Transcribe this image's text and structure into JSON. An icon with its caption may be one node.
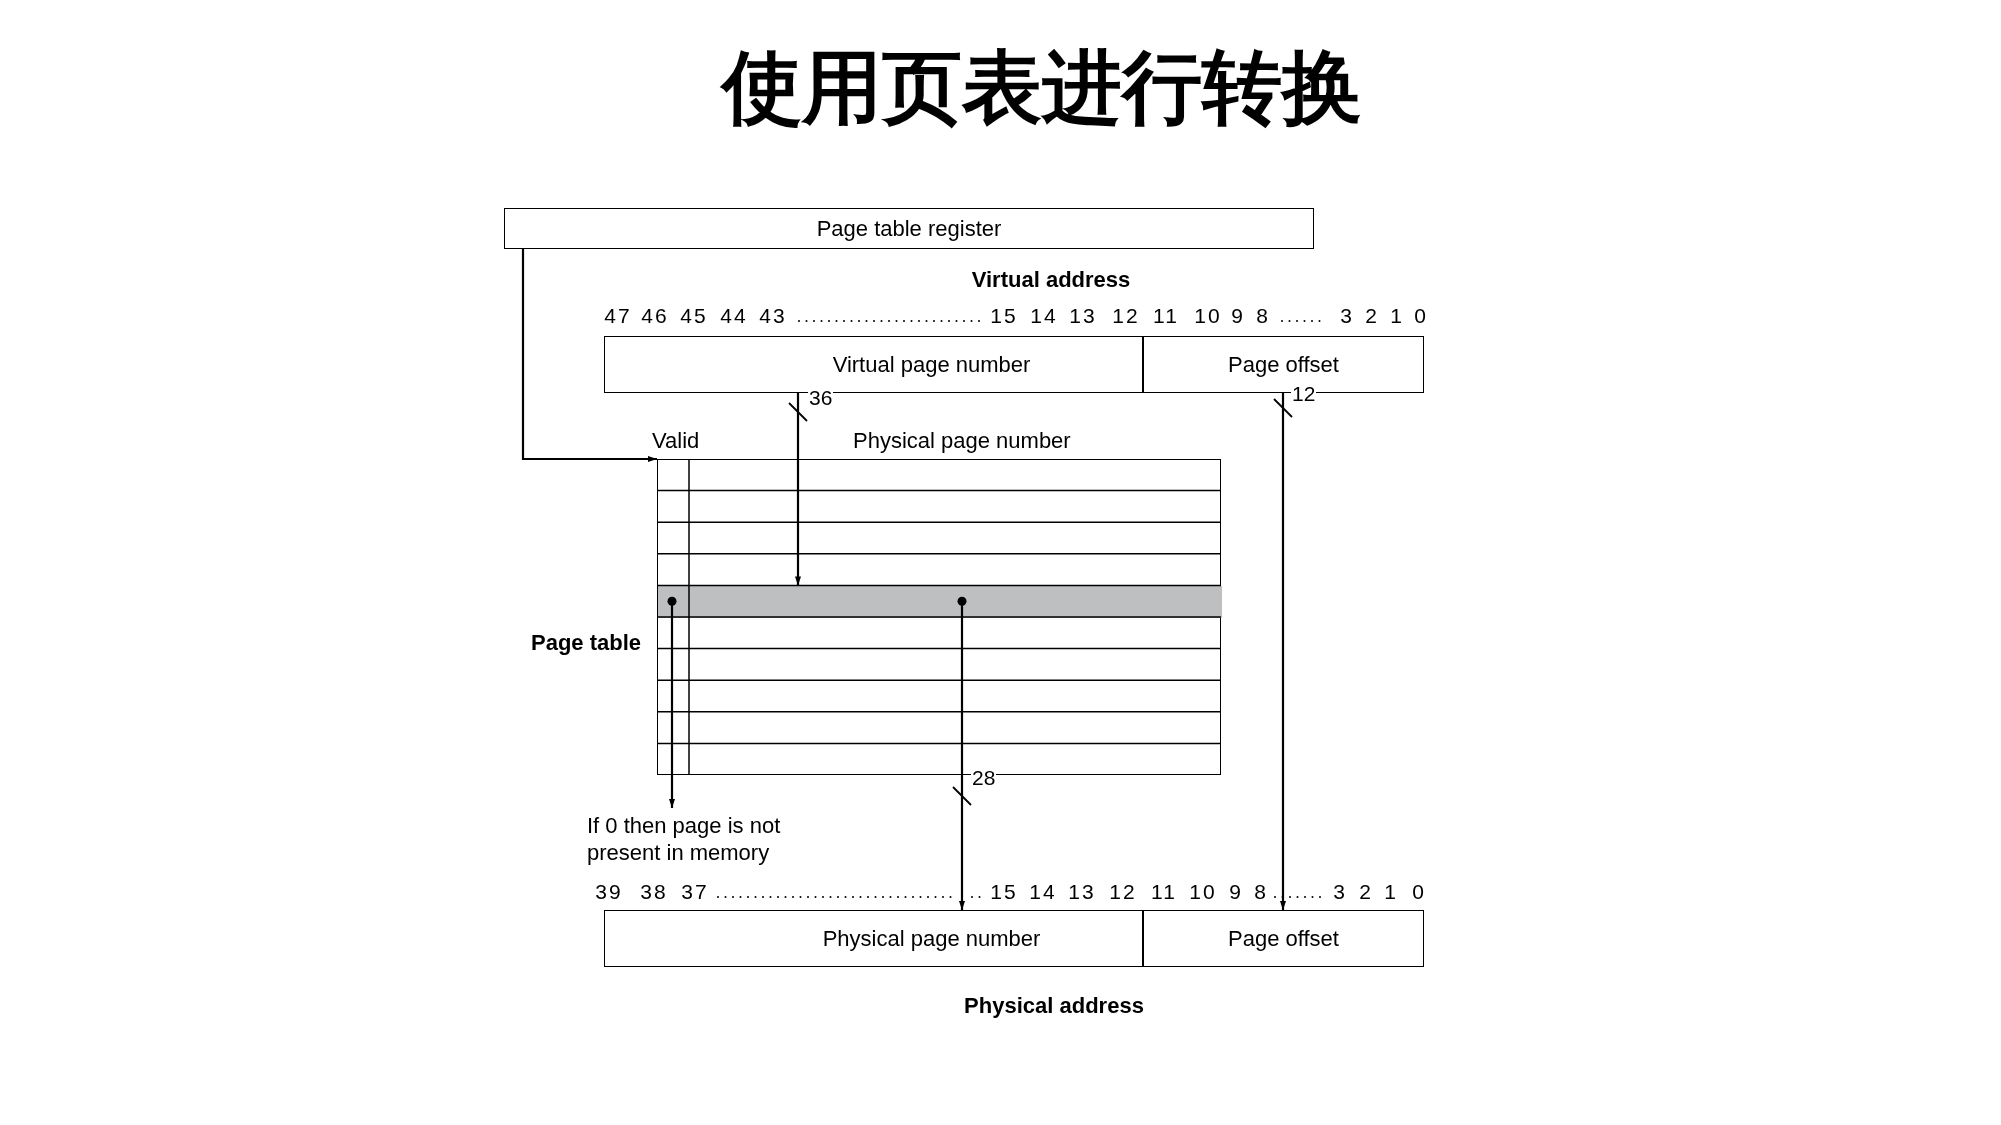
{
  "diagram": {
    "title": "使用页表进行转换",
    "nodes": [
      {
        "text": [
          "Page table register"
        ]
      },
      {
        "text": [
          "Virtual page number"
        ]
      },
      {
        "text": [
          "Page offset"
        ]
      },
      {
        "text": [
          "Valid",
          "Physical page number"
        ],
        "beside": [
          "Page table"
        ]
      },
      {
        "text": [],
        "shape": "bar",
        "in": 3
      },
      {
        "text": [
          "If 0 then page is not present in memory"
        ]
      },
      {
        "text": [
          "Physical page number"
        ]
      },
      {
        "text": [
          "Page offset"
        ]
      }
    ],
    "edges": [
      {
        "from": 0,
        "to": 3,
        "arrow": "to"
      },
      {
        "from": 1,
        "to": 4,
        "arrow": "to",
        "label": "36"
      },
      {
        "from": 4,
        "to": 5,
        "arrow": "to"
      },
      {
        "from": 4,
        "to": 6,
        "arrow": "to",
        "label": "28"
      },
      {
        "from": 2,
        "to": 7,
        "arrow": "to",
        "label": "12"
      }
    ],
    "labels": [
      "Virtual address",
      "47",
      "46",
      "45",
      "44",
      "43",
      "15",
      "14",
      "13",
      "12",
      "11",
      "10",
      "9",
      "8",
      "3",
      "2",
      "1",
      "0",
      "39",
      "38",
      "37",
      "15",
      "14",
      "13",
      "12",
      "11",
      "10",
      "9",
      "8",
      "3",
      "2",
      "1",
      "0",
      "Physical address"
    ]
  }
}
